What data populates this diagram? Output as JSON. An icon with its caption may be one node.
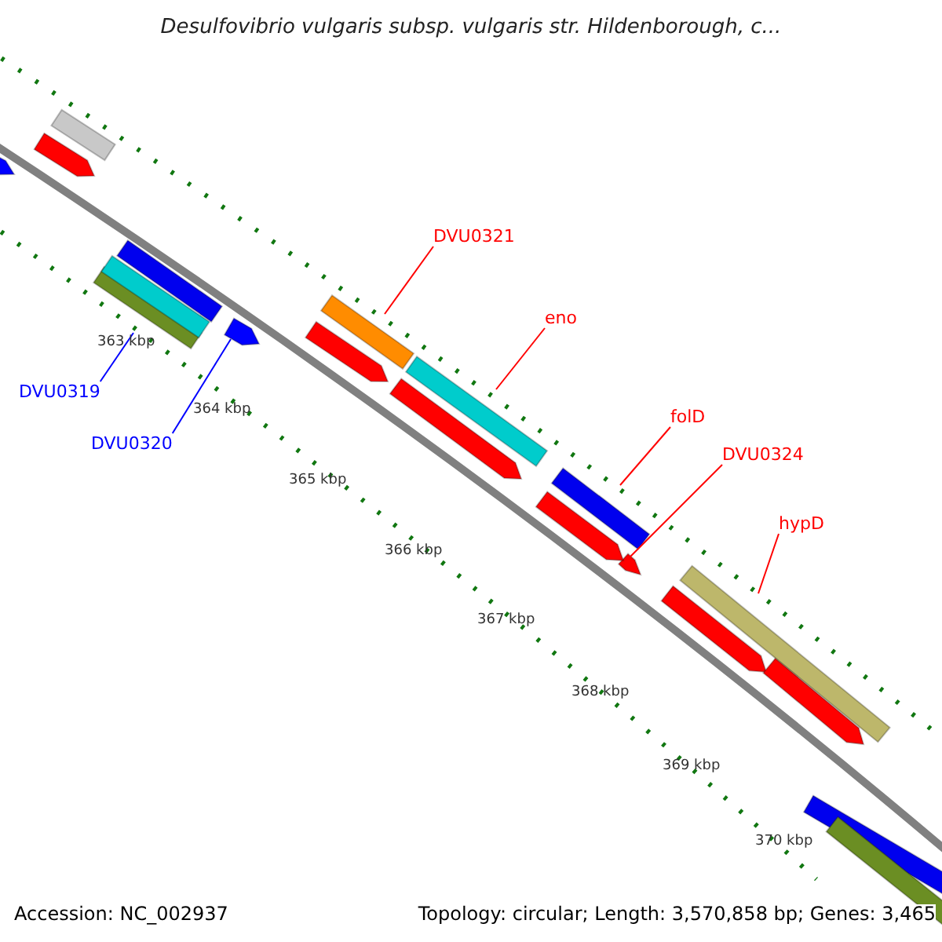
{
  "diagram": {
    "title": "Desulfovibrio vulgaris subsp. vulgaris str. Hildenborough, c...",
    "nodes": [
      {
        "text": [
          "DVU0319"
        ]
      },
      {
        "text": [],
        "shape": "bar"
      },
      {
        "text": [
          "DVU0320"
        ]
      },
      {
        "text": [],
        "shape": "arrow"
      },
      {
        "text": [
          "DVU0321"
        ]
      },
      {
        "text": [],
        "shape": "bar"
      },
      {
        "text": [
          "eno"
        ]
      },
      {
        "text": [],
        "shape": "bar"
      },
      {
        "text": [
          "folD"
        ]
      },
      {
        "text": [],
        "shape": "bar"
      },
      {
        "text": [
          "DVU0324"
        ]
      },
      {
        "text": [],
        "shape": "arrow"
      },
      {
        "text": [
          "hypD"
        ]
      },
      {
        "text": [],
        "shape": "bar"
      },
      {
        "text": [],
        "shape": "bar"
      },
      {
        "text": [],
        "shape": "arrow"
      },
      {
        "text": [],
        "shape": "arrow"
      },
      {
        "text": [],
        "shape": "bar"
      },
      {
        "text": [],
        "shape": "bar"
      },
      {
        "text": [],
        "shape": "arrow"
      },
      {
        "text": [],
        "shape": "arrow"
      },
      {
        "text": [],
        "shape": "arrow"
      },
      {
        "text": [],
        "shape": "arrow"
      },
      {
        "text": [],
        "shape": "arrow"
      },
      {
        "text": [],
        "shape": "bar"
      },
      {
        "text": [],
        "shape": "bar"
      }
    ],
    "edges": [
      {
        "from": 0,
        "to": 1,
        "arrow": "none",
        "color": "#0000ff"
      },
      {
        "from": 2,
        "to": 3,
        "arrow": "none",
        "color": "#0000ff"
      },
      {
        "from": 4,
        "to": 5,
        "arrow": "none"
      },
      {
        "from": 6,
        "to": 7,
        "arrow": "none"
      },
      {
        "from": 8,
        "to": 9,
        "arrow": "none"
      },
      {
        "from": 10,
        "to": 11,
        "arrow": "none"
      },
      {
        "from": 12,
        "to": 13,
        "arrow": "none"
      }
    ],
    "labels": [
      "363 kbp",
      "364 kbp",
      "365 kbp",
      "366 kbp",
      "367 kbp",
      "368 kbp",
      "369 kbp",
      "370 kbp",
      "Accession: NC_002937",
      "Topology: circular; Length: 3,570,858 bp; Genes: 3,465"
    ]
  }
}
